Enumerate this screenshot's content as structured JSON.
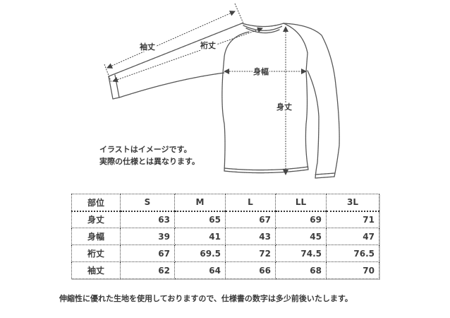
{
  "diagram": {
    "labels": {
      "sleeve_length": "袖丈",
      "yuki_length": "裄丈",
      "body_width": "身幅",
      "body_length": "身丈"
    },
    "notes": [
      "イラストはイメージです。",
      "実際の仕様とは異なります。"
    ],
    "line_color": "#555555"
  },
  "table": {
    "header": {
      "part_label": "部位",
      "sizes": [
        "S",
        "M",
        "L",
        "LL",
        "3L"
      ]
    },
    "rows": [
      {
        "part": "身丈",
        "values": [
          "63",
          "65",
          "67",
          "69",
          "71"
        ]
      },
      {
        "part": "身幅",
        "values": [
          "39",
          "41",
          "43",
          "45",
          "47"
        ]
      },
      {
        "part": "裄丈",
        "values": [
          "67",
          "69.5",
          "72",
          "74.5",
          "76.5"
        ]
      },
      {
        "part": "袖丈",
        "values": [
          "62",
          "64",
          "66",
          "68",
          "70"
        ]
      }
    ]
  },
  "footnote": "伸縮性に優れた生地を使用しておりますので、仕様書の数字は多少前後いたします。"
}
